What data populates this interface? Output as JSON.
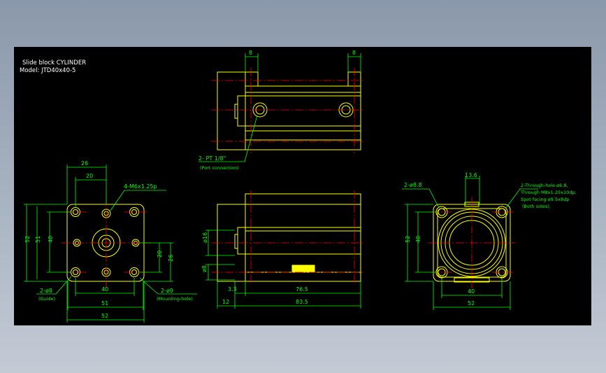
{
  "title_block": {
    "line1": "Slide block CYLINDER",
    "line2": "Model: JTD40x40-5"
  },
  "top_view": {
    "dim_left": "8",
    "dim_right": "8",
    "port_label": "2- PT 1/8\"",
    "port_note": "(Port connection)"
  },
  "left_view": {
    "dim_26": "26",
    "dim_20": "20",
    "thread_label": "4-M6x1.25p",
    "dim_52_v": "52",
    "dim_51_v": "51",
    "dim_40_v": "40",
    "dim_20_v": "20",
    "dim_26_v": "26",
    "guide_label": "2-ø8",
    "guide_note": "(Guide)",
    "mount_label": "2-ø9",
    "mount_note": "(Mounting-hole)",
    "dim_40_h": "40",
    "dim_51_h": "51",
    "dim_52_h": "52"
  },
  "front_view": {
    "dim_16": "ø16",
    "dim_8": "ø8",
    "dim_3_3": "3.3",
    "dim_76_5": "76.5",
    "dim_12": "12",
    "dim_83_5": "83.5"
  },
  "right_view": {
    "bore_label": "2-ø8.8",
    "dim_13_6": "13.6",
    "note_line1": "2-Through-hole ø6.8,",
    "note_line2": "Through M8x1.25x10dp;",
    "note_line3": "Spot facing ø9.5x8dp",
    "note_line4": "(Both sides).",
    "dim_52_v": "52",
    "dim_40_v": "40",
    "dim_40_h": "40",
    "dim_52_h": "52"
  },
  "colors": {
    "background": "#000000",
    "outline": "#ffff00",
    "dimension": "#00ff00",
    "centerline": "#ff0000",
    "title_text": "#ffffff",
    "page_gradient_top": "#8a98ab"
  }
}
